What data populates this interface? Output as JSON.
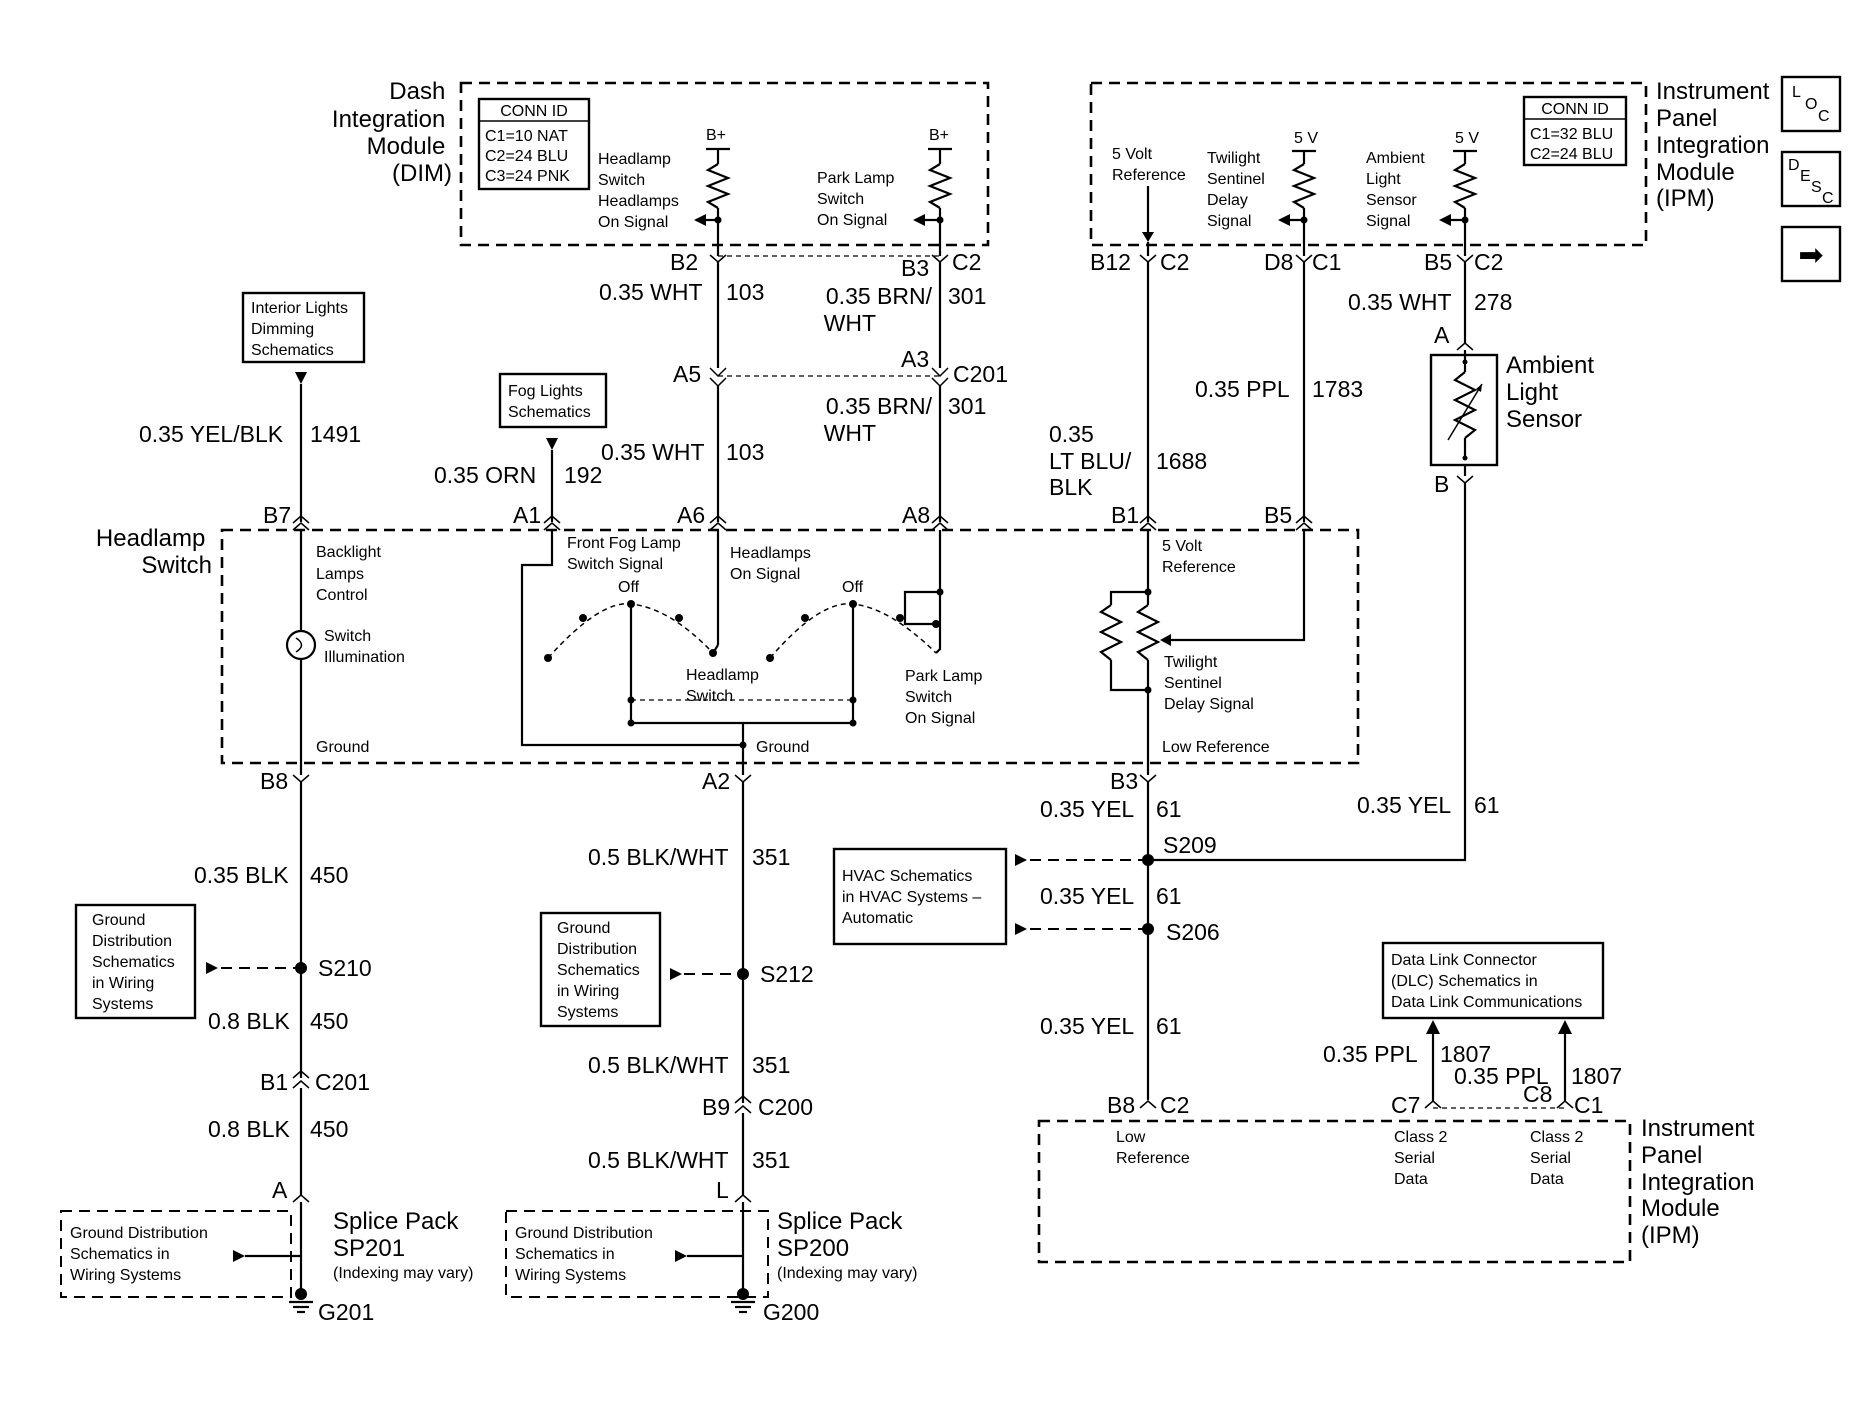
{
  "modules": {
    "dim": {
      "title": [
        "Dash",
        "Integration",
        "Module",
        "(DIM)"
      ],
      "conn_id": {
        "header": "CONN ID",
        "lines": [
          "C1=10 NAT",
          "C2=24 BLU",
          "C3=24 PNK"
        ]
      },
      "signals": {
        "headlamp": [
          "Headlamp",
          "Switch",
          "Headlamps",
          "On Signal"
        ],
        "park": [
          "Park Lamp",
          "Switch",
          "On Signal"
        ],
        "bplus": "B+"
      }
    },
    "ipm_top": {
      "title": [
        "Instrument",
        "Panel",
        "Integration",
        "Module",
        "(IPM)"
      ],
      "conn_id": {
        "header": "CONN ID",
        "lines": [
          "C1=32 BLU",
          "C2=24 BLU"
        ]
      },
      "signals": {
        "ref5v": [
          "5 Volt",
          "Reference"
        ],
        "twilight": [
          "Twilight",
          "Sentinel",
          "Delay",
          "Signal"
        ],
        "ambient": [
          "Ambient",
          "Light",
          "Sensor",
          "Signal"
        ],
        "v5": "5 V"
      }
    },
    "headlamp_switch": {
      "title": [
        "Headlamp",
        "Switch"
      ],
      "labels": {
        "backlight": [
          "Backlight",
          "Lamps",
          "Control"
        ],
        "switch_illum": [
          "Switch",
          "Illumination"
        ],
        "ground": "Ground",
        "fog_signal": [
          "Front Fog Lamp",
          "Switch Signal"
        ],
        "off": "Off",
        "headlamps_on": [
          "Headlamps",
          "On Signal"
        ],
        "headlamp_sw": [
          "Headlamp",
          "Switch"
        ],
        "park_sw": [
          "Park Lamp",
          "Switch",
          "On Signal"
        ],
        "ref5v": [
          "5 Volt",
          "Reference"
        ],
        "twilight": [
          "Twilight",
          "Sentinel",
          "Delay Signal"
        ],
        "low_ref": "Low Reference"
      }
    },
    "ipm_bottom": {
      "title": [
        "Instrument",
        "Panel",
        "Integration",
        "Module",
        "(IPM)"
      ],
      "labels": {
        "low_ref": [
          "Low",
          "Reference"
        ],
        "serial": [
          "Class 2",
          "Serial",
          "Data"
        ]
      }
    }
  },
  "ambient_sensor": {
    "title": [
      "Ambient",
      "Light",
      "Sensor"
    ],
    "pin_a": "A",
    "pin_b": "B"
  },
  "references": {
    "interior": [
      "Interior Lights",
      "Dimming",
      "Schematics"
    ],
    "fog": [
      "Fog Lights",
      "Schematics"
    ],
    "hvac": [
      "HVAC Schematics",
      "in HVAC Systems –",
      "Automatic"
    ],
    "ground_left": [
      "Ground",
      "Distribution",
      "Schematics",
      "in Wiring",
      "Systems"
    ],
    "ground_mid": [
      "Ground",
      "Distribution",
      "Schematics",
      "in Wiring",
      "Systems"
    ],
    "dlc": [
      "Data Link Connector",
      "(DLC) Schematics in",
      "Data Link Communications"
    ],
    "splice_left_ground": [
      "Ground Distribution",
      "Schematics in",
      "Wiring Systems"
    ],
    "splice_mid_ground": [
      "Ground Distribution",
      "Schematics in",
      "Wiring Systems"
    ]
  },
  "splice_packs": {
    "sp201": {
      "title": [
        "Splice Pack",
        "SP201"
      ],
      "note": "(Indexing may vary)",
      "ground": "G201",
      "pin": "A"
    },
    "sp200": {
      "title": [
        "Splice Pack",
        "SP200"
      ],
      "note": "(Indexing may vary)",
      "ground": "G200",
      "pin": "L"
    }
  },
  "wires": {
    "w103a": {
      "size": "0.35 WHT",
      "circuit": "103"
    },
    "w103b": {
      "size": "0.35 WHT",
      "circuit": "103"
    },
    "w301a": {
      "size": [
        "0.35 BRN/",
        "WHT"
      ],
      "circuit": "301"
    },
    "w301b": {
      "size": [
        "0.35 BRN/",
        "WHT"
      ],
      "circuit": "301"
    },
    "w1491": {
      "size": "0.35 YEL/BLK",
      "circuit": "1491"
    },
    "w192": {
      "size": "0.35 ORN",
      "circuit": "192"
    },
    "w1688": {
      "size": [
        "0.35",
        "LT BLU/",
        "BLK"
      ],
      "circuit": "1688"
    },
    "w1783": {
      "size": "0.35 PPL",
      "circuit": "1783"
    },
    "w278": {
      "size": "0.35 WHT",
      "circuit": "278"
    },
    "w450a": {
      "size": "0.35 BLK",
      "circuit": "450"
    },
    "w450b": {
      "size": "0.8 BLK",
      "circuit": "450"
    },
    "w450c": {
      "size": "0.8 BLK",
      "circuit": "450"
    },
    "w351a": {
      "size": "0.5 BLK/WHT",
      "circuit": "351"
    },
    "w351b": {
      "size": "0.5 BLK/WHT",
      "circuit": "351"
    },
    "w351c": {
      "size": "0.5 BLK/WHT",
      "circuit": "351"
    },
    "w61a": {
      "size": "0.35 YEL",
      "circuit": "61"
    },
    "w61b": {
      "size": "0.35 YEL",
      "circuit": "61"
    },
    "w61c": {
      "size": "0.35 YEL",
      "circuit": "61"
    },
    "w61d": {
      "size": "0.35 YEL",
      "circuit": "61"
    },
    "w1807a": {
      "size": "0.35 PPL",
      "circuit": "1807"
    },
    "w1807b": {
      "size": "0.35 PPL",
      "circuit": "1807"
    }
  },
  "connectors": {
    "b2": "B2",
    "b3c2": "B3",
    "c2a": "C2",
    "a5": "A5",
    "a3": "A3",
    "c201a": "C201",
    "b12": "B12",
    "c2b": "C2",
    "d8": "D8",
    "c1a": "C1",
    "b5top": "B5",
    "c2c": "C2",
    "b7": "B7",
    "a1": "A1",
    "a6": "A6",
    "a8": "A8",
    "b1": "B1",
    "b5": "B5",
    "b8": "B8",
    "a2": "A2",
    "b3": "B3",
    "b1c": "B1",
    "c201b": "C201",
    "b9": "B9",
    "c200": "C200",
    "b8c2": "B8",
    "c2d": "C2",
    "c7": "C7",
    "c8": "C8",
    "c1b": "C1",
    "s209": "S209",
    "s206": "S206",
    "s210": "S210",
    "s212": "S212"
  },
  "nav": {
    "loc": [
      "L",
      "O",
      "C"
    ],
    "desc": [
      "D",
      "E",
      "S",
      "C"
    ],
    "next": "➡"
  }
}
